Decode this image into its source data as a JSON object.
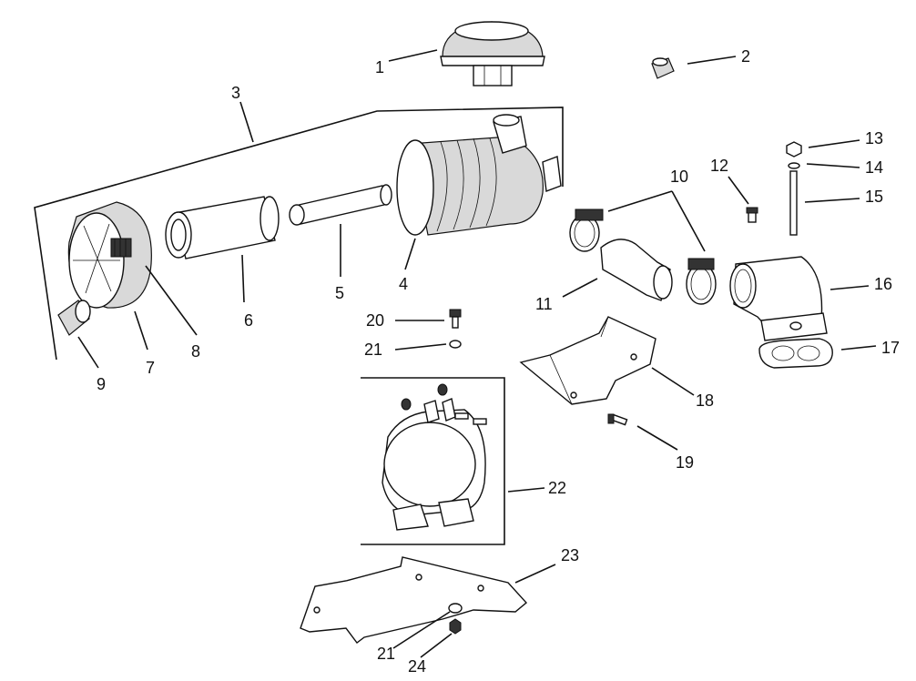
{
  "diagram": {
    "type": "exploded-parts-view",
    "callouts": [
      "1",
      "2",
      "3",
      "4",
      "5",
      "6",
      "7",
      "8",
      "9",
      "10",
      "11",
      "12",
      "13",
      "14",
      "15",
      "16",
      "17",
      "18",
      "19",
      "20",
      "21",
      "22",
      "23",
      "21",
      "24"
    ]
  }
}
